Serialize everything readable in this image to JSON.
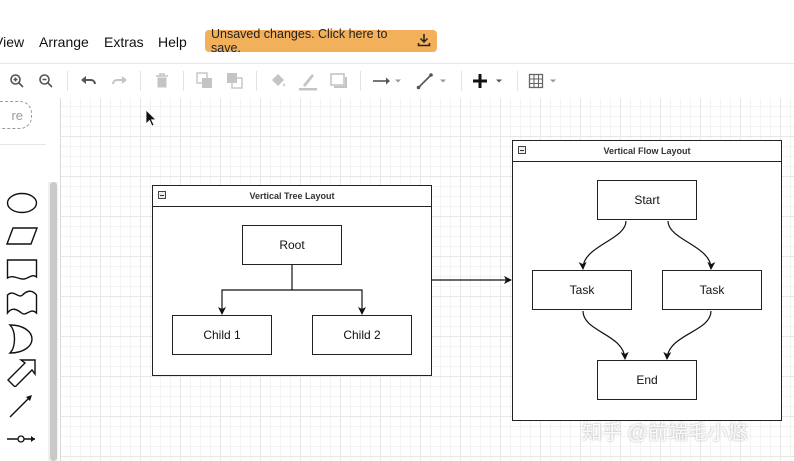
{
  "menu": {
    "items": [
      {
        "id": "view",
        "label": "View"
      },
      {
        "id": "arrange",
        "label": "Arrange"
      },
      {
        "id": "extras",
        "label": "Extras"
      },
      {
        "id": "help",
        "label": "Help"
      }
    ],
    "save_banner": "Unsaved changes. Click here to save."
  },
  "toolbar": {
    "icons": [
      "zoom-in-icon",
      "zoom-out-icon",
      "undo-icon",
      "redo-icon",
      "delete-icon",
      "to-front-icon",
      "to-back-icon",
      "fill-color-icon",
      "line-color-icon",
      "shadow-icon",
      "connection-icon",
      "waypoints-icon",
      "insert-icon",
      "table-icon"
    ]
  },
  "sidebar": {
    "search_placeholder": "re",
    "shapes": [
      "ellipse",
      "parallelogram",
      "document",
      "tape",
      "or",
      "arrow",
      "line",
      "connector"
    ]
  },
  "diagram": {
    "tree_container": {
      "title": "Vertical Tree Layout"
    },
    "tree_nodes": {
      "root": "Root",
      "child1": "Child 1",
      "child2": "Child 2"
    },
    "flow_container": {
      "title": "Vertical Flow Layout"
    },
    "flow_nodes": {
      "start": "Start",
      "task_left": "Task",
      "task_right": "Task",
      "end": "End"
    }
  },
  "watermark": "知乎 @前端毛小悠"
}
